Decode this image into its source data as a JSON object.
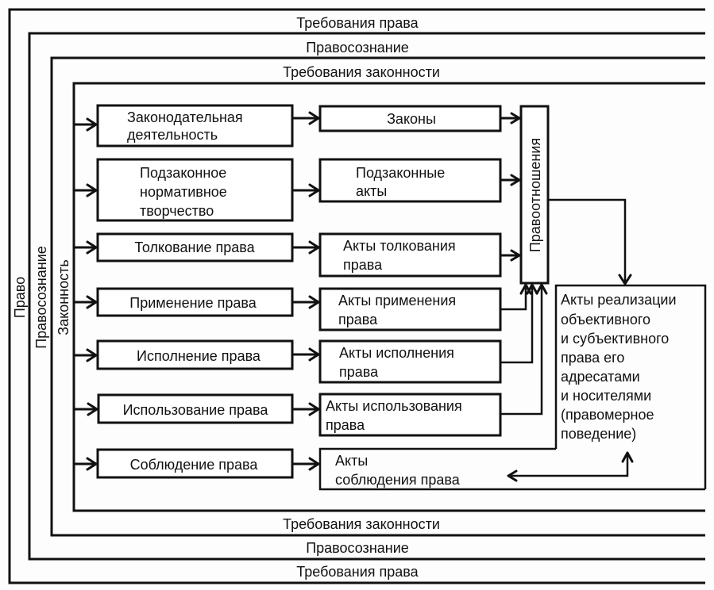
{
  "bands": {
    "pravo": {
      "label": "Право",
      "requirement": "Требования права"
    },
    "pravosoznanie": {
      "label": "Правосознание",
      "requirement": "Правосознание"
    },
    "zakonnost": {
      "label": "Законность",
      "requirement": "Требования законности"
    }
  },
  "activities": [
    {
      "lines": [
        "Законодательная",
        "деятельность"
      ]
    },
    {
      "lines": [
        "Подзаконное",
        "нормативное",
        "творчество"
      ]
    },
    {
      "lines": [
        "Толкование права"
      ]
    },
    {
      "lines": [
        "Применение права"
      ]
    },
    {
      "lines": [
        "Исполнение права"
      ]
    },
    {
      "lines": [
        "Использование права"
      ]
    },
    {
      "lines": [
        "Соблюдение права"
      ]
    }
  ],
  "acts": [
    {
      "lines": [
        "Законы"
      ]
    },
    {
      "lines": [
        "Подзаконные",
        "акты"
      ]
    },
    {
      "lines": [
        "Акты толкования",
        "права"
      ]
    },
    {
      "lines": [
        "Акты применения",
        "права"
      ]
    },
    {
      "lines": [
        "Акты исполнения",
        "права"
      ]
    },
    {
      "lines": [
        "Акты использования",
        "права"
      ]
    },
    {
      "lines": [
        "Акты",
        "соблюдения права"
      ]
    }
  ],
  "legal_relations": {
    "label": "Правоотношения"
  },
  "realization": {
    "lines": [
      "Акты реализации",
      "объективного",
      "и субъективного",
      "права его",
      "адресатами",
      "и носителями",
      "(правомерное",
      "поведение)"
    ]
  }
}
